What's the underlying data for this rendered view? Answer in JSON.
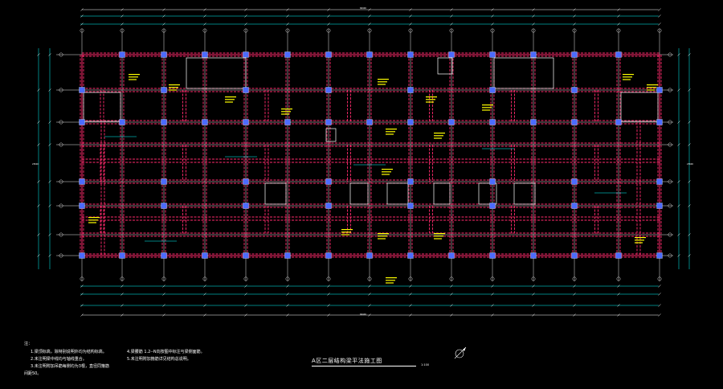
{
  "drawing": {
    "title": "A区二层结构梁平法施工图",
    "scale_label": "1:100",
    "overall_top": "66400",
    "overall_bottom": "66400",
    "side_left": "23600",
    "side_right": "23600"
  },
  "notes": {
    "heading": "注：",
    "items": [
      "1.梁顶标高，除特别说明外均为结构标高。",
      "2.未注明梁中线均与轴线重合。",
      "3.未注明附加吊筋每侧均为3根，直径同箍筋",
      "间距50。",
      "4.梁腰筋 1.2--N向按图中标注与梁侧面筋。",
      "5.未注明附加箍筋详见结构总说明。"
    ]
  },
  "colors": {
    "background": "#000000",
    "beam": "#ff2a6d",
    "grid": "#ffffff",
    "column": "#4c6bff",
    "dimension": "#00ffff",
    "annotation": "#ffff00",
    "slab": "#00ffff"
  },
  "icons": {
    "north_arrow": "north-arrow-icon"
  }
}
